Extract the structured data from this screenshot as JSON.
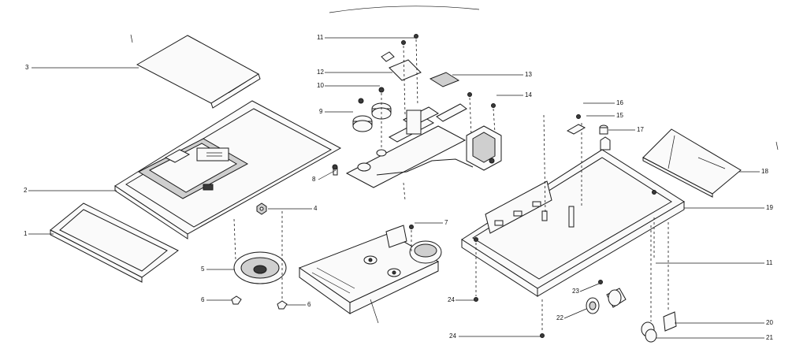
{
  "diagram": {
    "callouts": [
      {
        "id": "c3",
        "text": "3"
      },
      {
        "id": "c2",
        "text": "2"
      },
      {
        "id": "c1",
        "text": "1"
      },
      {
        "id": "c4",
        "text": "4"
      },
      {
        "id": "c5",
        "text": "5"
      },
      {
        "id": "c6a",
        "text": "6"
      },
      {
        "id": "c6b",
        "text": "6"
      },
      {
        "id": "c7",
        "text": "7"
      },
      {
        "id": "c8",
        "text": "8"
      },
      {
        "id": "c9",
        "text": "9"
      },
      {
        "id": "c10",
        "text": "10"
      },
      {
        "id": "c11a",
        "text": "11"
      },
      {
        "id": "c12",
        "text": "12"
      },
      {
        "id": "c13",
        "text": "13"
      },
      {
        "id": "c14",
        "text": "14"
      },
      {
        "id": "c15",
        "text": "15"
      },
      {
        "id": "c16",
        "text": "16"
      },
      {
        "id": "c17",
        "text": "17"
      },
      {
        "id": "c18",
        "text": "18"
      },
      {
        "id": "c19",
        "text": "19"
      },
      {
        "id": "c11b",
        "text": "11"
      },
      {
        "id": "c20",
        "text": "20"
      },
      {
        "id": "c21",
        "text": "21"
      },
      {
        "id": "c22",
        "text": "22"
      },
      {
        "id": "c23",
        "text": "23"
      },
      {
        "id": "c24a",
        "text": "24"
      },
      {
        "id": "c24b",
        "text": "24"
      }
    ]
  }
}
